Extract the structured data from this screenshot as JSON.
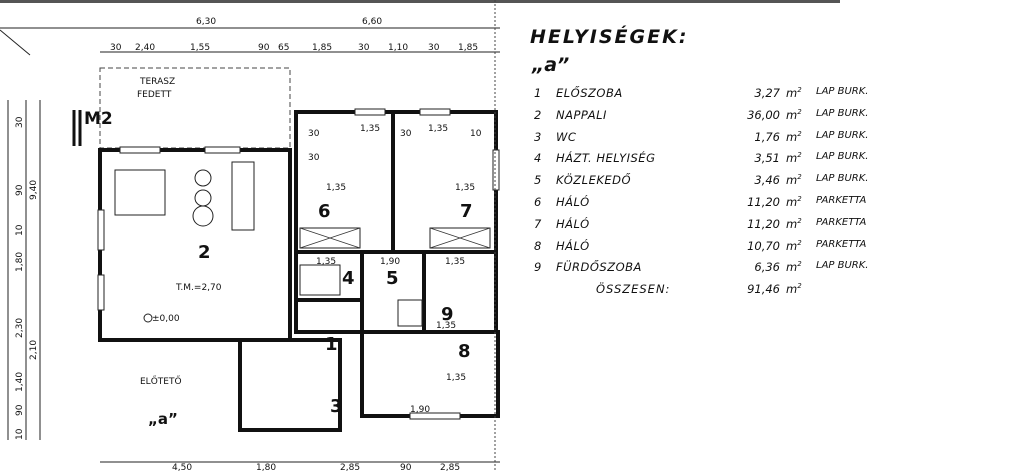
{
  "schedule": {
    "title": "HELYISÉGEK:",
    "unit_label": "„a”",
    "rows": [
      {
        "num": "1",
        "name": "ELŐSZOBA",
        "area": "3,27",
        "unit": "m",
        "floor": "LAP BURK."
      },
      {
        "num": "2",
        "name": "NAPPALI",
        "area": "36,00",
        "unit": "m",
        "floor": "LAP BURK."
      },
      {
        "num": "3",
        "name": "WC",
        "area": "1,76",
        "unit": "m",
        "floor": "LAP BURK."
      },
      {
        "num": "4",
        "name": "HÁZT. HELYISÉG",
        "area": "3,51",
        "unit": "m",
        "floor": "LAP BURK."
      },
      {
        "num": "5",
        "name": "KÖZLEKEDŐ",
        "area": "3,46",
        "unit": "m",
        "floor": "LAP BURK."
      },
      {
        "num": "6",
        "name": "HÁLÓ",
        "area": "11,20",
        "unit": "m",
        "floor": "PARKETTA"
      },
      {
        "num": "7",
        "name": "HÁLÓ",
        "area": "11,20",
        "unit": "m",
        "floor": "PARKETTA"
      },
      {
        "num": "8",
        "name": "HÁLÓ",
        "area": "10,70",
        "unit": "m",
        "floor": "PARKETTA"
      },
      {
        "num": "9",
        "name": "FÜRDŐSZOBA",
        "area": "6,36",
        "unit": "m",
        "floor": "LAP BURK."
      }
    ],
    "total_label": "ÖSSZESEN:",
    "total_area": "91,46",
    "total_unit": "m"
  },
  "plan": {
    "top_dims": [
      "6,30",
      "6,60"
    ],
    "sub_dims": [
      "30",
      "2,40",
      "1,55",
      "90",
      "65",
      "1,85",
      "30",
      "1,10",
      "30",
      "1,85"
    ],
    "bottom_dims": [
      "4,50",
      "1,80",
      "2,85",
      "90",
      "2,85"
    ],
    "left_dims": [
      "30",
      "90",
      "9,40",
      "10",
      "1,80",
      "2,30",
      "2,10",
      "1,40",
      "90",
      "10"
    ],
    "terrace_label": "TERASZ",
    "terrace_sub": "FEDETT",
    "entry_label": "ELŐTETŐ",
    "section_mark": "M2",
    "level_label": "±0,00",
    "elevation_label": "T.M.=2,70",
    "unit_mark": "„a”",
    "wall_dims": [
      "30",
      "1,35",
      "30",
      "1,35",
      "10",
      "30",
      "1,35",
      "1,35",
      "1,35",
      "1,35",
      "1,90",
      "1,35",
      "1,35",
      "1,90"
    ],
    "room_labels": [
      "2",
      "6",
      "7",
      "4",
      "5",
      "9",
      "8",
      "3",
      "1"
    ]
  }
}
